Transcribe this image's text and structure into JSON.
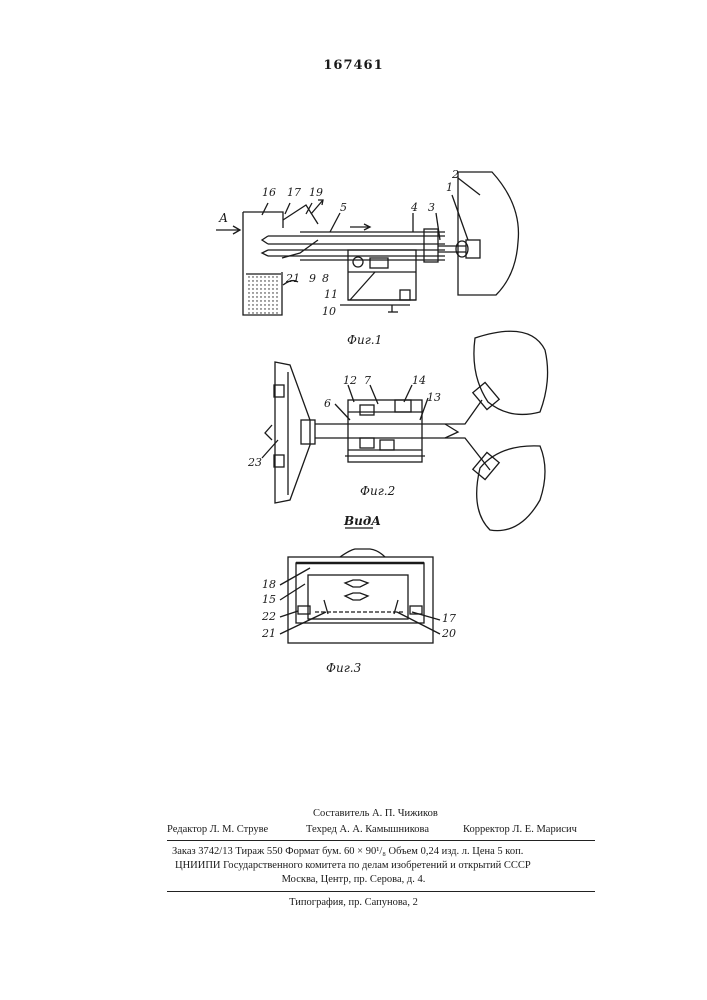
{
  "patent_number": "167461",
  "figures": {
    "fig1": {
      "caption": "Фиг.1",
      "view_letter": "А",
      "labels": [
        "16",
        "17",
        "19",
        "5",
        "4",
        "3",
        "1",
        "2",
        "21",
        "9",
        "8",
        "11",
        "10"
      ]
    },
    "fig2": {
      "caption": "Фиг.2",
      "labels": [
        "12",
        "7",
        "14",
        "6",
        "13",
        "23"
      ]
    },
    "fig3": {
      "view_title": "ВидА",
      "caption": "Фиг.3",
      "labels": [
        "18",
        "15",
        "22",
        "21",
        "17",
        "20"
      ]
    }
  },
  "colophon": {
    "compiler": "Составитель А. П. Чижиков",
    "editor": "Редактор Л. М. Струве",
    "tech_editor": "Техред А. А. Камышникова",
    "proofreader": "Корректор Л. Е. Марисич",
    "order_line": "Заказ 3742/13   Тираж 550   Формат бум. 60 × 90¹/₈   Объем 0,24 изд. л.   Цена 5 коп.",
    "org_line": "ЦНИИПИ Государственного комитета по делам изобретений и открытий СССР",
    "address_line": "Москва, Центр, пр. Серова, д. 4.",
    "printer_line": "Типография, пр. Сапунова, 2"
  }
}
